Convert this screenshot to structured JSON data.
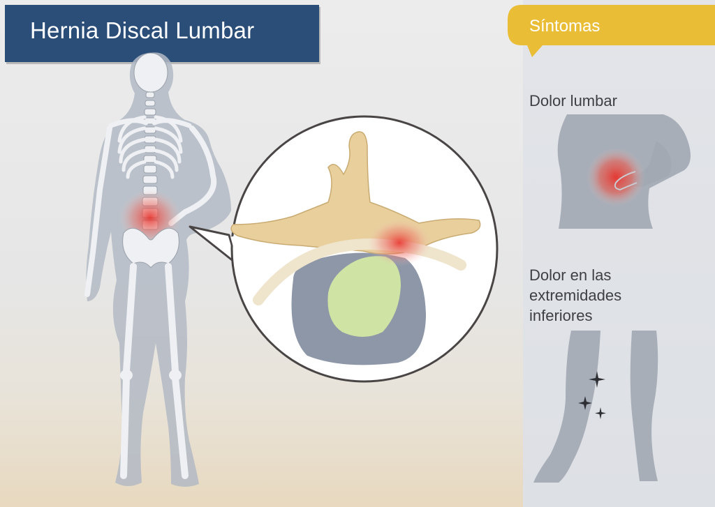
{
  "title": "Hernia Discal Lumbar",
  "panel": {
    "header": "Síntomas",
    "symptom_1": "Dolor lumbar",
    "symptom_2_line1": "Dolor en las",
    "symptom_2_line2": "extremidades",
    "symptom_2_line3": "inferiores"
  },
  "colors": {
    "title_bg": "#2b4e79",
    "banner": "#e9bd35",
    "pain": "#e8322c",
    "bone": "#e8cf9c",
    "disc": "#8d97a8",
    "nucleus": "#cfe3a4"
  },
  "icons": [
    "spine-skeleton-figure",
    "vertebra-cross-section",
    "lower-back-pain-figure",
    "leg-pain-figure",
    "pain-spark-icon"
  ]
}
